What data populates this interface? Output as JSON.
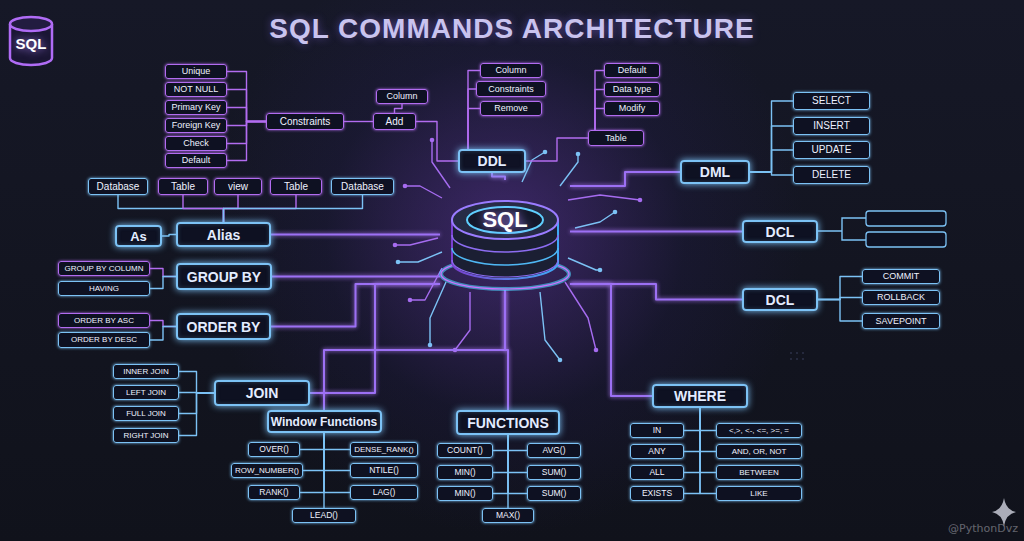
{
  "diagram": {
    "title": "SQL COMMANDS ARCHITECTURE",
    "nodes": [
      {
        "text": [
          "SQL"
        ]
      },
      {
        "text": [
          "Unique"
        ]
      },
      {
        "text": [
          "NOT NULL"
        ]
      },
      {
        "text": [
          "Primary Key"
        ]
      },
      {
        "text": [
          "Foreign Key"
        ]
      },
      {
        "text": [
          "Check"
        ]
      },
      {
        "text": [
          "Default"
        ]
      },
      {
        "text": [
          "Constraints"
        ]
      },
      {
        "text": [
          "Column"
        ]
      },
      {
        "text": [
          "Add"
        ]
      },
      {
        "text": [
          "Column"
        ]
      },
      {
        "text": [
          "Constraints"
        ]
      },
      {
        "text": [
          "Remove"
        ]
      },
      {
        "text": [
          "Default"
        ]
      },
      {
        "text": [
          "Data type"
        ]
      },
      {
        "text": [
          "Modify"
        ]
      },
      {
        "text": [
          "Table"
        ]
      },
      {
        "text": [
          "DDL"
        ]
      },
      {
        "text": [
          "DML"
        ]
      },
      {
        "text": [
          "SELECT"
        ]
      },
      {
        "text": [
          "INSERT"
        ]
      },
      {
        "text": [
          "UPDATE"
        ]
      },
      {
        "text": [
          "DELETE"
        ]
      },
      {
        "text": [
          "Database"
        ]
      },
      {
        "text": [
          "Table"
        ]
      },
      {
        "text": [
          "view"
        ]
      },
      {
        "text": [
          "Table"
        ]
      },
      {
        "text": [
          "Database"
        ]
      },
      {
        "text": [
          "SQL"
        ]
      },
      {
        "text": [
          "As"
        ]
      },
      {
        "text": [
          "Alias"
        ]
      },
      {
        "text": [
          "DCL"
        ]
      },
      {
        "text": [
          "GROUP BY COLUMN"
        ]
      },
      {
        "text": [
          "HAVING"
        ]
      },
      {
        "text": [
          "GROUP BY"
        ]
      },
      {
        "text": [
          "DCL"
        ]
      },
      {
        "text": [
          "COMMIT"
        ]
      },
      {
        "text": [
          "ROLLBACK"
        ]
      },
      {
        "text": [
          "SAVEPOINT"
        ]
      },
      {
        "text": [
          "ORDER BY ASC"
        ]
      },
      {
        "text": [
          "ORDER BY DESC"
        ]
      },
      {
        "text": [
          "ORDER BY"
        ]
      },
      {
        "text": [
          "INNER JOIN"
        ]
      },
      {
        "text": [
          "LEFT JOIN"
        ]
      },
      {
        "text": [
          "FULL JOIN"
        ]
      },
      {
        "text": [
          "RIGHT JOIN"
        ]
      },
      {
        "text": [
          "JOIN"
        ]
      },
      {
        "text": [
          "WHERE"
        ]
      },
      {
        "text": [
          "Window Functions"
        ]
      },
      {
        "text": [
          "FUNCTIONS"
        ]
      },
      {
        "text": [
          "OVER()"
        ]
      },
      {
        "text": [
          "DENSE_RANK()"
        ]
      },
      {
        "text": [
          "ROW_NUMBER()"
        ]
      },
      {
        "text": [
          "NTILE()"
        ]
      },
      {
        "text": [
          "RANK()"
        ]
      },
      {
        "text": [
          "LAG()"
        ]
      },
      {
        "text": [
          "LEAD()"
        ]
      },
      {
        "text": [
          "COUNT()"
        ]
      },
      {
        "text": [
          "AVG()"
        ]
      },
      {
        "text": [
          "MIN()"
        ]
      },
      {
        "text": [
          "SUM()"
        ]
      },
      {
        "text": [
          "MIN()"
        ]
      },
      {
        "text": [
          "SUM()"
        ]
      },
      {
        "text": [
          "MAX()"
        ]
      },
      {
        "text": [
          "IN"
        ]
      },
      {
        "text": [
          "<,>, <-, <=, >=, ="
        ]
      },
      {
        "text": [
          "ANY"
        ]
      },
      {
        "text": [
          "AND, OR, NOT"
        ]
      },
      {
        "text": [
          "ALL"
        ]
      },
      {
        "text": [
          "BETWEEN"
        ]
      },
      {
        "text": [
          "EXISTS"
        ]
      },
      {
        "text": [
          "LIKE"
        ]
      }
    ],
    "edges": [
      {
        "from": 7,
        "to": 1,
        "arrow": "none"
      },
      {
        "from": 7,
        "to": 2,
        "arrow": "none"
      },
      {
        "from": 7,
        "to": 3,
        "arrow": "none"
      },
      {
        "from": 7,
        "to": 4,
        "arrow": "none"
      },
      {
        "from": 7,
        "to": 5,
        "arrow": "none"
      },
      {
        "from": 7,
        "to": 6,
        "arrow": "none"
      },
      {
        "from": 9,
        "to": 7,
        "arrow": "none"
      },
      {
        "from": 9,
        "to": 8,
        "arrow": "none"
      },
      {
        "from": 17,
        "to": 9,
        "arrow": "none"
      },
      {
        "from": 17,
        "to": 10,
        "arrow": "none"
      },
      {
        "from": 17,
        "to": 11,
        "arrow": "none"
      },
      {
        "from": 17,
        "to": 12,
        "arrow": "none"
      },
      {
        "from": 17,
        "to": 16,
        "arrow": "none"
      },
      {
        "from": 16,
        "to": 13,
        "arrow": "none"
      },
      {
        "from": 16,
        "to": 14,
        "arrow": "none"
      },
      {
        "from": 16,
        "to": 15,
        "arrow": "none"
      },
      {
        "from": 18,
        "to": 19,
        "arrow": "none"
      },
      {
        "from": 18,
        "to": 20,
        "arrow": "none"
      },
      {
        "from": 18,
        "to": 21,
        "arrow": "none"
      },
      {
        "from": 18,
        "to": 22,
        "arrow": "none"
      },
      {
        "from": 30,
        "to": 23,
        "arrow": "none"
      },
      {
        "from": 30,
        "to": 24,
        "arrow": "none"
      },
      {
        "from": 30,
        "to": 25,
        "arrow": "none"
      },
      {
        "from": 30,
        "to": 26,
        "arrow": "none"
      },
      {
        "from": 30,
        "to": 27,
        "arrow": "none"
      },
      {
        "from": 30,
        "to": 29,
        "arrow": "none"
      },
      {
        "from": 34,
        "to": 32,
        "arrow": "none"
      },
      {
        "from": 34,
        "to": 33,
        "arrow": "none"
      },
      {
        "from": 35,
        "to": 36,
        "arrow": "none"
      },
      {
        "from": 35,
        "to": 37,
        "arrow": "none"
      },
      {
        "from": 35,
        "to": 38,
        "arrow": "none"
      },
      {
        "from": 41,
        "to": 39,
        "arrow": "none"
      },
      {
        "from": 41,
        "to": 40,
        "arrow": "none"
      },
      {
        "from": 46,
        "to": 42,
        "arrow": "none"
      },
      {
        "from": 46,
        "to": 43,
        "arrow": "none"
      },
      {
        "from": 46,
        "to": 44,
        "arrow": "none"
      },
      {
        "from": 46,
        "to": 45,
        "arrow": "none"
      },
      {
        "from": 48,
        "to": 50,
        "arrow": "none"
      },
      {
        "from": 48,
        "to": 51,
        "arrow": "none"
      },
      {
        "from": 48,
        "to": 52,
        "arrow": "none"
      },
      {
        "from": 48,
        "to": 53,
        "arrow": "none"
      },
      {
        "from": 48,
        "to": 54,
        "arrow": "none"
      },
      {
        "from": 48,
        "to": 55,
        "arrow": "none"
      },
      {
        "from": 48,
        "to": 56,
        "arrow": "none"
      },
      {
        "from": 49,
        "to": 57,
        "arrow": "none"
      },
      {
        "from": 49,
        "to": 58,
        "arrow": "none"
      },
      {
        "from": 49,
        "to": 59,
        "arrow": "none"
      },
      {
        "from": 49,
        "to": 60,
        "arrow": "none"
      },
      {
        "from": 49,
        "to": 61,
        "arrow": "none"
      },
      {
        "from": 49,
        "to": 62,
        "arrow": "none"
      },
      {
        "from": 49,
        "to": 63,
        "arrow": "none"
      },
      {
        "from": 47,
        "to": 64,
        "arrow": "none"
      },
      {
        "from": 47,
        "to": 65,
        "arrow": "none"
      },
      {
        "from": 47,
        "to": 66,
        "arrow": "none"
      },
      {
        "from": 47,
        "to": 67,
        "arrow": "none"
      },
      {
        "from": 47,
        "to": 68,
        "arrow": "none"
      },
      {
        "from": 47,
        "to": 69,
        "arrow": "none"
      },
      {
        "from": 47,
        "to": 70,
        "arrow": "none"
      },
      {
        "from": 47,
        "to": 71,
        "arrow": "none"
      },
      {
        "from": 28,
        "to": 17,
        "arrow": "none"
      },
      {
        "from": 28,
        "to": 18,
        "arrow": "none"
      },
      {
        "from": 28,
        "to": 31,
        "arrow": "none"
      },
      {
        "from": 28,
        "to": 35,
        "arrow": "none"
      },
      {
        "from": 28,
        "to": 47,
        "arrow": "none"
      },
      {
        "from": 28,
        "to": 30,
        "arrow": "none"
      },
      {
        "from": 28,
        "to": 34,
        "arrow": "none"
      },
      {
        "from": 28,
        "to": 41,
        "arrow": "none"
      },
      {
        "from": 28,
        "to": 46,
        "arrow": "none"
      },
      {
        "from": 28,
        "to": 48,
        "arrow": "none"
      },
      {
        "from": 28,
        "to": 49,
        "arrow": "none"
      }
    ],
    "labels": [
      "@PythonDvz"
    ]
  }
}
